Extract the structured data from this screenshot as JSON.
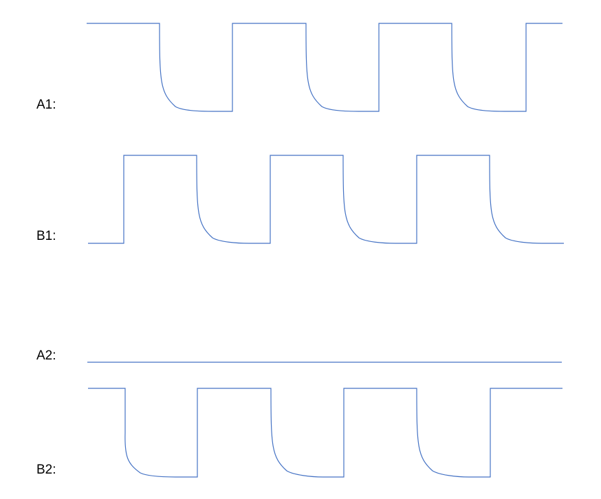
{
  "labels": {
    "a1": "A1:",
    "b1": "B1:",
    "a2": "A2:",
    "b2": "B2:"
  },
  "colors": {
    "trace": "#4472c4",
    "label": "#000000"
  }
}
